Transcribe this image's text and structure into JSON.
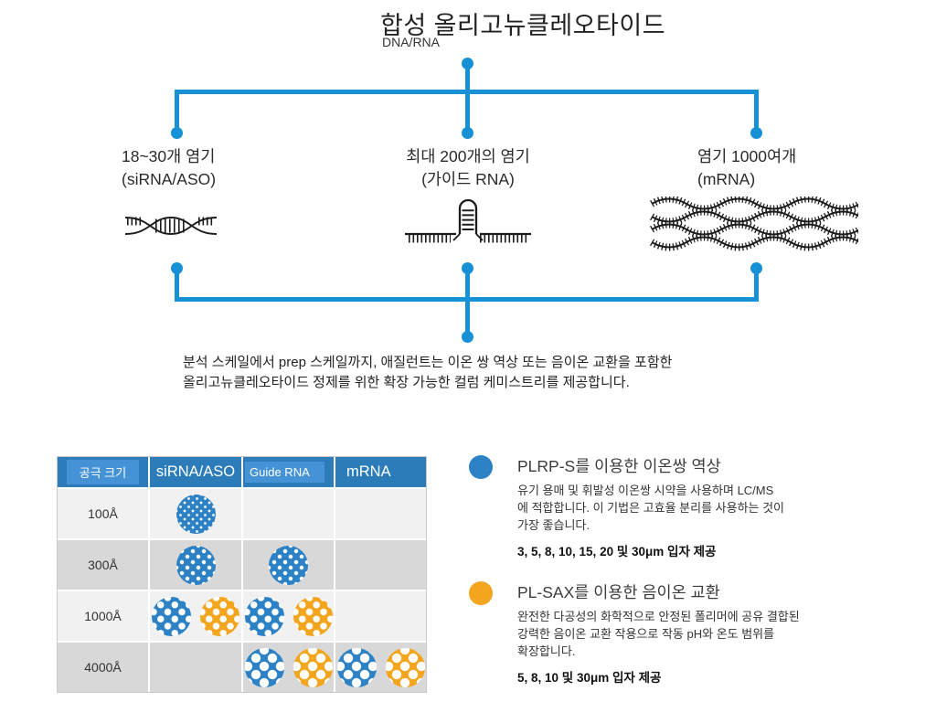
{
  "title": {
    "main": "합성 올리고뉴클레오타이드",
    "sub": "DNA/RNA"
  },
  "branches": [
    {
      "line1": "18~30개 염기",
      "line2": "(siRNA/ASO)",
      "icon": "sirna-duplex-icon"
    },
    {
      "line1": "최대 200개의 염기",
      "line2": "(가이드 RNA)",
      "icon": "guide-rna-hairpin-icon"
    },
    {
      "line1": "염기 1000여개",
      "line2": "(mRNA)",
      "icon": "mrna-strands-icon"
    }
  ],
  "description": {
    "line1": "분석 스케일에서 prep 스케일까지, 애질런트는 이온 쌍 역상 또는 음이온 교환을 포함한",
    "line2": "올리고뉴클레오타이드 정제를 위한 확장 가능한 컬럼 케미스트리를 제공합니다."
  },
  "table": {
    "headers": [
      {
        "label": "공극 크기",
        "highlighted": true
      },
      {
        "label": "siRNA/ASO",
        "highlighted": false
      },
      {
        "label": "Guide RNA",
        "highlighted": true
      },
      {
        "label": "mRNA",
        "highlighted": false
      }
    ],
    "rows": [
      {
        "pore_size": "100Å",
        "cells": [
          [
            "blue"
          ],
          [],
          []
        ]
      },
      {
        "pore_size": "300Å",
        "cells": [
          [
            "blue"
          ],
          [
            "blue"
          ],
          []
        ]
      },
      {
        "pore_size": "1000Å",
        "cells": [
          [
            "blue",
            "orange"
          ],
          [
            "blue",
            "orange"
          ],
          []
        ]
      },
      {
        "pore_size": "4000Å",
        "cells": [
          [],
          [
            "blue",
            "orange"
          ],
          [
            "blue",
            "orange"
          ]
        ]
      }
    ]
  },
  "legend": [
    {
      "color": "#2d81c5",
      "title": "PLRP-S를 이용한 이온쌍 역상",
      "desc_lines": [
        "유기 용매 및 휘발성 이온쌍 시약을 사용하며 LC/MS",
        "에 적합합니다. 이 기법은 고효율 분리를 사용하는 것이",
        "가장 좋습니다."
      ],
      "particles": "3, 5, 8, 10, 15, 20 및 30μm 입자 제공"
    },
    {
      "color": "#f2a51d",
      "title": "PL-SAX를 이용한 음이온 교환",
      "desc_lines": [
        "완전한 다공성의 화학적으로 안정된 폴리머에 공유 결합된",
        "강력한 음이온 교환 작용으로 작동 pH와 온도 범위를",
        "확장합니다."
      ],
      "particles": "5, 8, 10 및 30μm 입자 제공"
    }
  ],
  "colors": {
    "connector_blue": "#1791d6",
    "header_bg": "#2c7cba",
    "header_highlight": "#4593d6",
    "row_light": "#f1f1f1",
    "row_dark": "#d8d8d8",
    "particle_blue": "#2d81c5",
    "particle_orange": "#f2a51d"
  },
  "icons": {
    "sirna_duplex": "double-helix-strand",
    "guide_rna": "hairpin-loop-strand",
    "mrna": "four-wavy-strands",
    "legend_blue": "blue-filled-circle",
    "legend_orange": "orange-filled-circle"
  }
}
